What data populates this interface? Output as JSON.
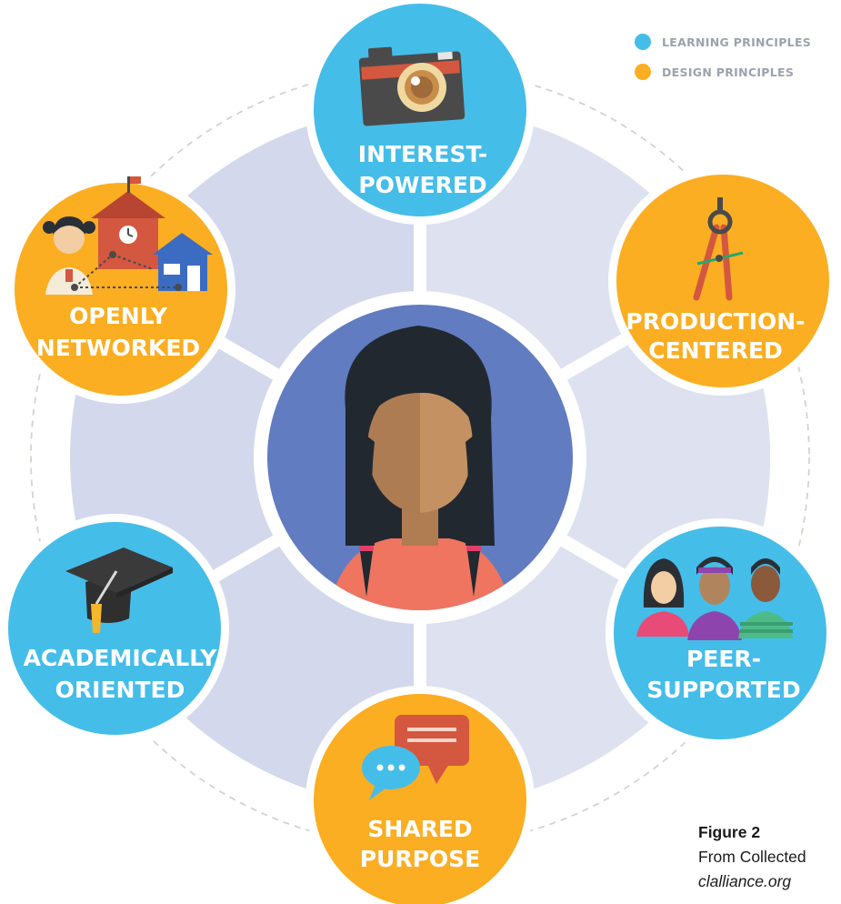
{
  "legend": {
    "learning_label": "LEARNING PRINCIPLES",
    "design_label": "DESIGN PRINCIPLES",
    "learning_color": "#45bde9",
    "design_color": "#fbae22"
  },
  "center": {
    "icon": "student-girl-icon"
  },
  "nodes": {
    "interest": {
      "line1": "INTEREST-",
      "line2": "POWERED",
      "kind": "learning",
      "icon": "camera-icon"
    },
    "production": {
      "line1": "PRODUCTION-",
      "line2": "CENTERED",
      "kind": "design",
      "icon": "drafting-compass-icon"
    },
    "peer": {
      "line1": "PEER-",
      "line2": "SUPPORTED",
      "kind": "learning",
      "icon": "peers-group-icon"
    },
    "shared": {
      "line1": "SHARED",
      "line2": "PURPOSE",
      "kind": "design",
      "icon": "speech-bubbles-icon"
    },
    "academic": {
      "line1": "ACADEMICALLY",
      "line2": "ORIENTED",
      "kind": "learning",
      "icon": "graduation-cap-icon"
    },
    "network": {
      "line1": "OPENLY",
      "line2": "NETWORKED",
      "kind": "design",
      "icon": "school-home-network-icon"
    }
  },
  "caption": {
    "title": "Figure 2",
    "source": "From Collected",
    "site": "clalliance.org"
  }
}
